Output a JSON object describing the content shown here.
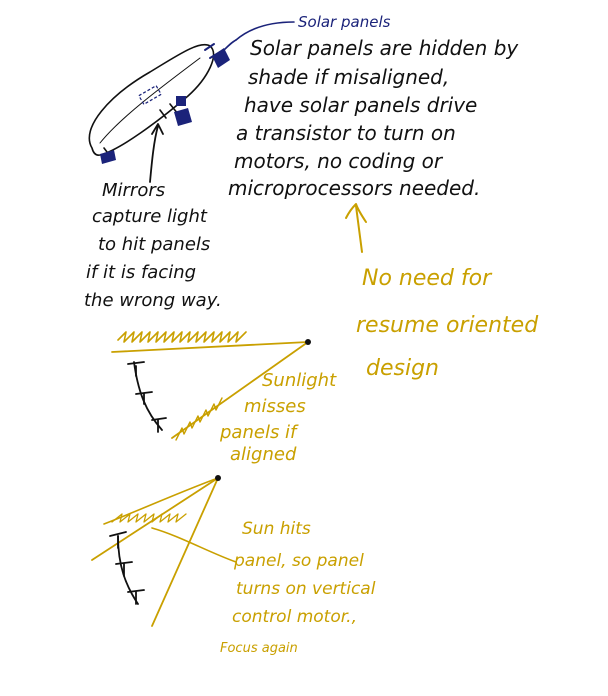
{
  "colors": {
    "ink": "#111111",
    "blue": "#1b237a",
    "gold": "#c9a000"
  },
  "labels": {
    "solar_panels": "Solar panels",
    "main_note": [
      "Solar panels are hidden by",
      "shade if misaligned,",
      "have solar panels drive",
      "a transistor to turn on",
      "motors, no coding or",
      "microprocessors needed."
    ],
    "mirrors_note": [
      "Mirrors",
      "capture light",
      "to hit panels",
      "if it is facing",
      "the wrong way."
    ],
    "no_need_note": [
      "No need for",
      "resume oriented",
      "design"
    ],
    "sunlight_note": [
      "Sunlight",
      "misses",
      "panels if",
      "aligned"
    ],
    "sun_hits_note": [
      "Sun hits",
      "panel, so panel",
      "turns on vertical",
      "control motor.,"
    ],
    "focus_again": "Focus again"
  }
}
